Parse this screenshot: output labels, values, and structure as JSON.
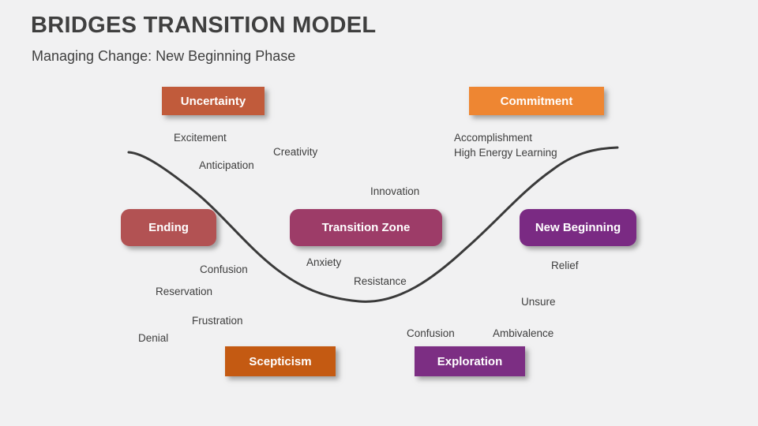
{
  "slide": {
    "title": "BRIDGES TRANSITION MODEL",
    "subtitle": "Managing Change: New Beginning Phase",
    "background_color": "#F1F1F2",
    "text_color": "#3F3F3F",
    "curve_color": "#3A3A3A"
  },
  "phases": {
    "uncertainty": {
      "label": "Uncertainty",
      "color": "#C15B3B"
    },
    "commitment": {
      "label": "Commitment",
      "color": "#EE8632"
    },
    "ending": {
      "label": "Ending",
      "color": "#B25253"
    },
    "transition_zone": {
      "label": "Transition Zone",
      "color": "#9D3C68"
    },
    "new_beginning": {
      "label": "New Beginning",
      "color": "#7A2A83"
    },
    "scepticism": {
      "label": "Scepticism",
      "color": "#C45A12"
    },
    "exploration": {
      "label": "Exploration",
      "color": "#7C2E83"
    }
  },
  "emotions": {
    "excitement": "Excitement",
    "anticipation": "Anticipation",
    "creativity": "Creativity",
    "innovation": "Innovation",
    "accomplishment": "Accomplishment",
    "high_energy_learning": "High Energy Learning",
    "confusion_left": "Confusion",
    "reservation": "Reservation",
    "frustration": "Frustration",
    "denial": "Denial",
    "anxiety": "Anxiety",
    "resistance": "Resistance",
    "relief": "Relief",
    "unsure": "Unsure",
    "confusion_right": "Confusion",
    "ambivalence": "Ambivalence"
  }
}
